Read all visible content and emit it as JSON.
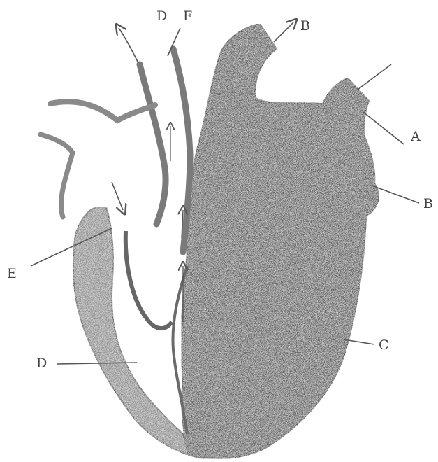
{
  "diagram": {
    "labels": {
      "A": "A",
      "B": "B",
      "C": "C",
      "D": "D",
      "E": "E",
      "F": "F",
      "top_left": "D",
      "top_right": "B"
    },
    "colors": {
      "background": "#ffffff",
      "ink": "#555555",
      "dark_tissue": "#5a5a5a",
      "light_tissue": "#8a8a8a"
    }
  }
}
